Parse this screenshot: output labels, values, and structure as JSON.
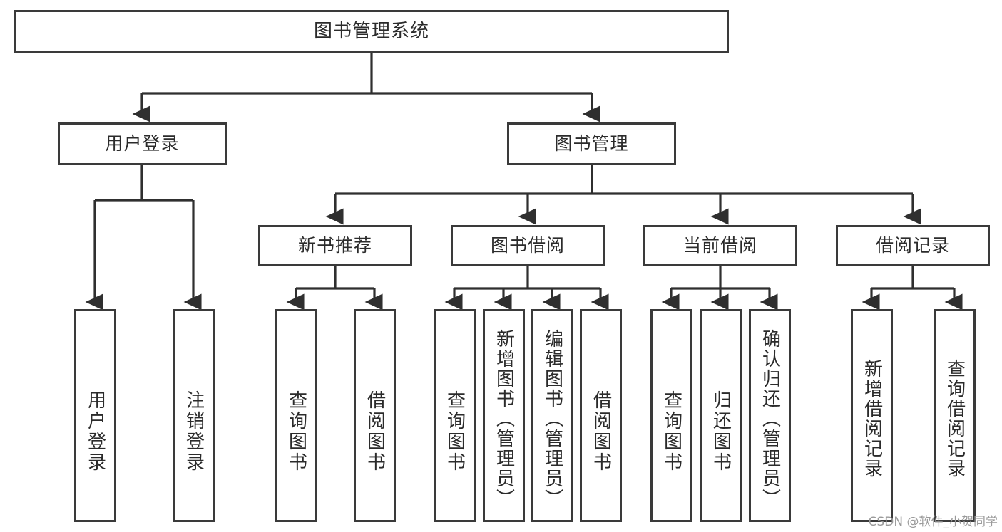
{
  "diagram": {
    "type": "tree",
    "title": "图书管理系统",
    "root": {
      "id": "root",
      "label": "图书管理系统"
    },
    "level2": [
      {
        "id": "user-login",
        "label": "用户登录"
      },
      {
        "id": "book-manage",
        "label": "图书管理"
      }
    ],
    "level3": [
      {
        "id": "new-book-rec",
        "label": "新书推荐"
      },
      {
        "id": "book-borrow",
        "label": "图书借阅"
      },
      {
        "id": "current-borrow",
        "label": "当前借阅"
      },
      {
        "id": "borrow-record",
        "label": "借阅记录"
      }
    ],
    "leaves": [
      {
        "id": "leaf-user-login",
        "label": "用户登录"
      },
      {
        "id": "leaf-logout",
        "label": "注销登录"
      },
      {
        "id": "leaf-query-book-1",
        "label": "查询图书"
      },
      {
        "id": "leaf-borrow-book-1",
        "label": "借阅图书"
      },
      {
        "id": "leaf-query-book-2",
        "label": "查询图书"
      },
      {
        "id": "leaf-add-book",
        "label": "新增图书（管理员）"
      },
      {
        "id": "leaf-edit-book",
        "label": "编辑图书（管理员）"
      },
      {
        "id": "leaf-borrow-book-2",
        "label": "借阅图书"
      },
      {
        "id": "leaf-query-book-3",
        "label": "查询图书"
      },
      {
        "id": "leaf-return-book",
        "label": "归还图书"
      },
      {
        "id": "leaf-confirm-return",
        "label": "确认归还（管理员）"
      },
      {
        "id": "leaf-add-record",
        "label": "新增借阅记录"
      },
      {
        "id": "leaf-query-record",
        "label": "查询借阅记录"
      }
    ]
  },
  "watermark": {
    "text": "CSDN @软件_小贺同学"
  },
  "colors": {
    "border": "#3a3a3a",
    "text": "#2b2b2b",
    "background": "#ffffff",
    "watermark": "#9a9a9a"
  }
}
